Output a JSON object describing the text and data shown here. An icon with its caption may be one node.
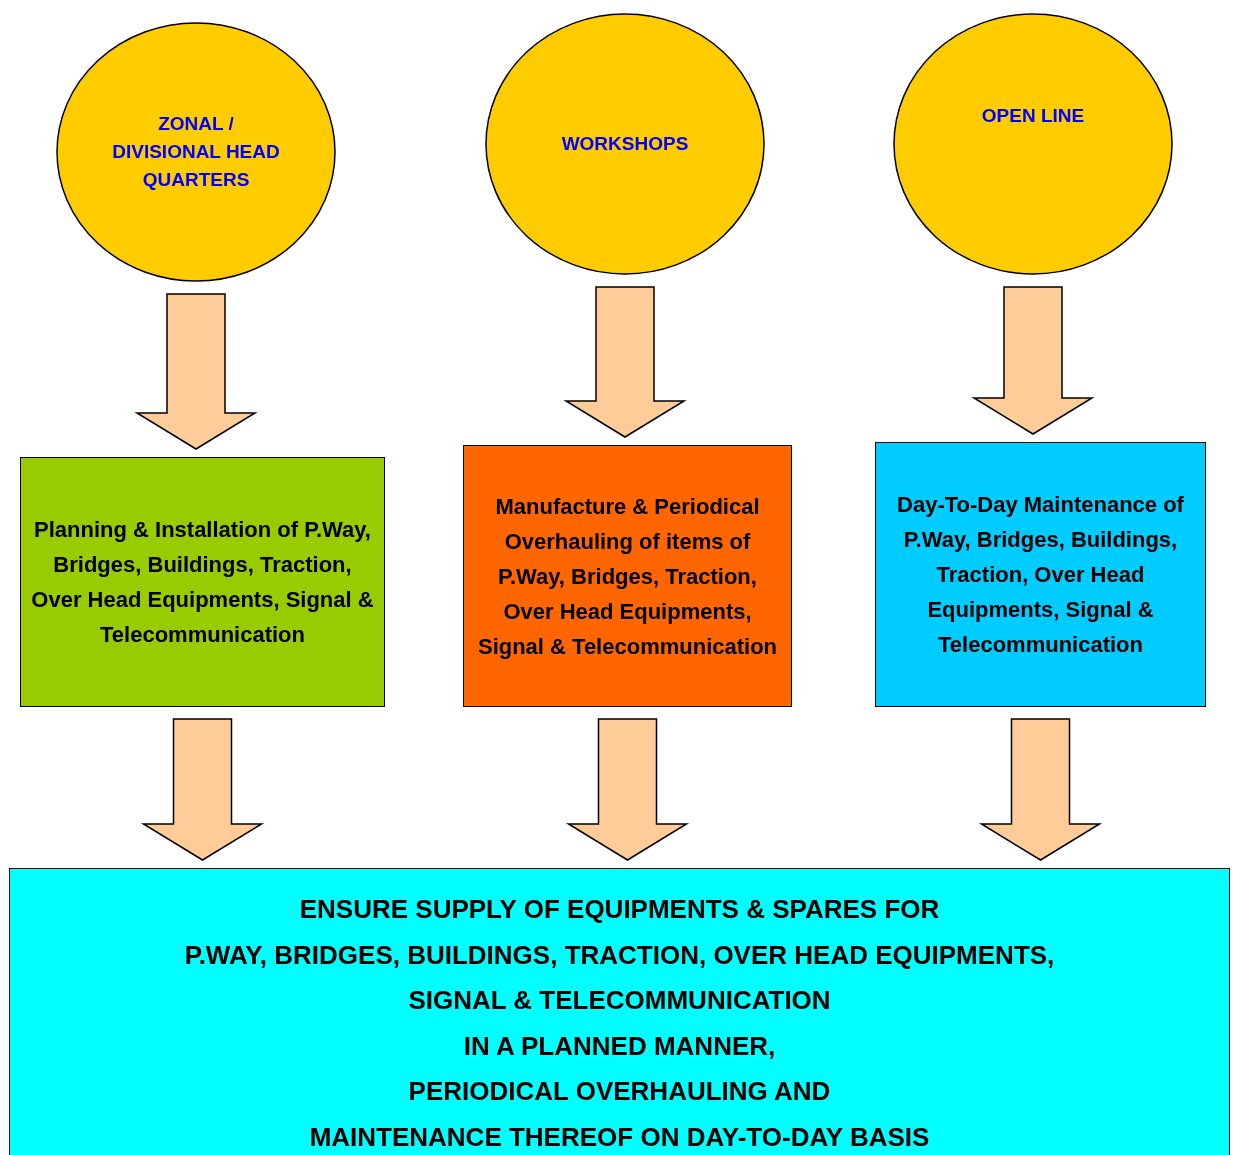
{
  "diagram": {
    "nodes": [
      {
        "text": [
          "ZONAL / DIVISIONAL HEAD QUARTERS"
        ]
      },
      {
        "text": [
          "WORKSHOPS"
        ]
      },
      {
        "text": [
          "OPEN LINE"
        ]
      },
      {
        "text": [
          "Planning & Installation of P.Way, Bridges, Buildings, Traction, Over Head Equipments, Signal & Telecommunication"
        ]
      },
      {
        "text": [
          "Manufacture & Periodical Overhauling of items of  P.Way, Bridges,  Traction, Over Head Equipments, Signal & Telecommunication"
        ]
      },
      {
        "text": [
          "Day-To-Day Maintenance of P.Way, Bridges, Buildings, Traction, Over Head Equipments, Signal & Telecommunication"
        ]
      },
      {
        "text": [
          "ENSURE SUPPLY OF EQUIPMENTS & SPARES FOR",
          "P.WAY, BRIDGES, BUILDINGS, TRACTION, OVER HEAD EQUIPMENTS,",
          "SIGNAL & TELECOMMUNICATION",
          "IN A PLANNED MANNER,",
          "PERIODICAL OVERHAULING AND",
          "MAINTENANCE THEREOF ON DAY-TO-DAY BASIS"
        ]
      }
    ],
    "edges": [
      {
        "from": 0,
        "to": 3,
        "arrow": "to"
      },
      {
        "from": 1,
        "to": 4,
        "arrow": "to"
      },
      {
        "from": 2,
        "to": 5,
        "arrow": "to"
      },
      {
        "from": 3,
        "to": 6,
        "arrow": "to"
      },
      {
        "from": 4,
        "to": 6,
        "arrow": "to"
      },
      {
        "from": 5,
        "to": 6,
        "arrow": "to"
      }
    ]
  }
}
